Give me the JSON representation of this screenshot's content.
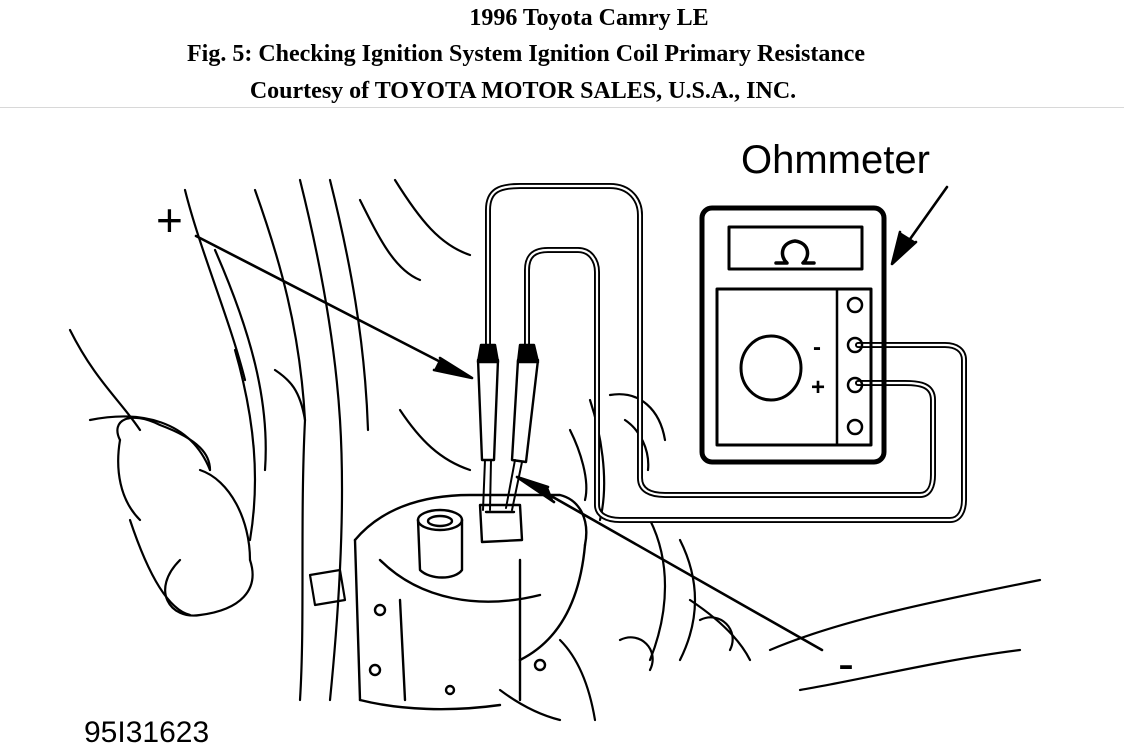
{
  "header": {
    "title": "1996 Toyota Camry LE",
    "figure_caption": "Fig. 5: Checking Ignition System Ignition Coil Primary Resistance",
    "courtesy": "Courtesy of TOYOTA MOTOR SALES, U.S.A., INC."
  },
  "diagram": {
    "ohmmeter_label": "Ohmmeter",
    "plus_label": "+",
    "minus_label": "-",
    "figure_code": "95I31623",
    "meter_symbol": "Ω",
    "terminal_minus": "-",
    "terminal_plus": "+"
  },
  "colors": {
    "ink": "#000000",
    "background": "#ffffff"
  }
}
